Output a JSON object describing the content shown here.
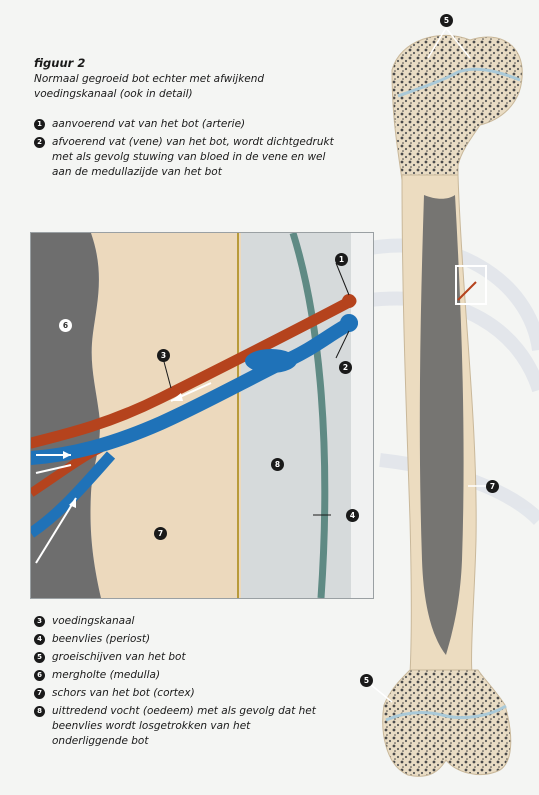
{
  "figure": {
    "title": "figuur 2",
    "subtitle": "Normaal gegroeid bot echter met afwijkend voedingskanaal (ook in detail)"
  },
  "legend_top": [
    {
      "num": "1",
      "text": "aanvoerend vat van het bot (arterie)"
    },
    {
      "num": "2",
      "text": "afvoerend vat (vene) van het bot, wordt dichtgedrukt met als gevolg stuwing van bloed in de vene en wel aan de medullazijde van het bot"
    }
  ],
  "legend_bottom": [
    {
      "num": "3",
      "text": "voedingskanaal"
    },
    {
      "num": "4",
      "text": "beenvlies (periost)"
    },
    {
      "num": "5",
      "text": "groeischijven van het bot"
    },
    {
      "num": "6",
      "text": "merghol­te (medulla)"
    },
    {
      "num": "7",
      "text": "schors van het bot (cortex)"
    },
    {
      "num": "8",
      "text": "uittredend vocht (oedeem) met als gevolg dat het beenvlies wordt losgetrokken van het onderliggende bot"
    }
  ],
  "detail_callouts": {
    "c1": "1",
    "c2": "2",
    "c3": "3",
    "c4": "4",
    "c6": "6",
    "c7": "7",
    "c8": "8"
  },
  "bone_callouts": {
    "c5_top": "5",
    "c5_bottom": "5",
    "c7": "7"
  },
  "colors": {
    "artery": "#b5431d",
    "vein": "#1f72b8",
    "medulla": "#6b6b6b",
    "cortex": "#ecd9bd",
    "edema": "#d7dadb",
    "periosteum": "#5f8a84",
    "growth_plate": "#a9c9d8"
  }
}
